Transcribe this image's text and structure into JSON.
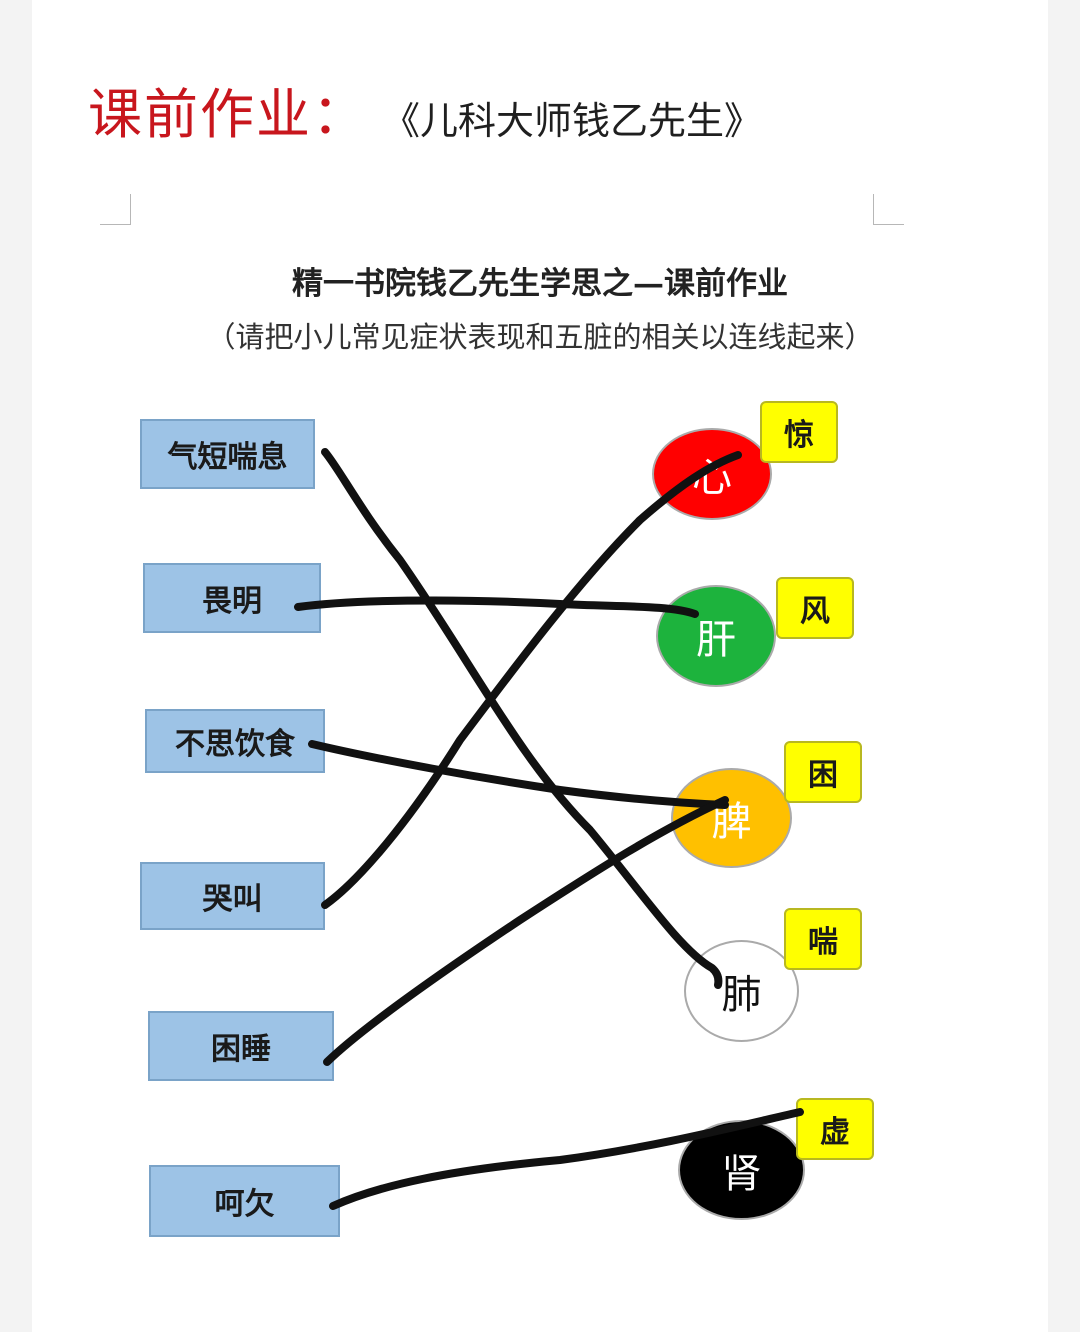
{
  "header": {
    "title": "课前作业：",
    "book": "《儿科大师钱乙先生》"
  },
  "worksheet": {
    "title": "精一书院钱乙先生学思之—课前作业",
    "subtitle": "（请把小儿常见症状表现和五脏的相关以连线起来）",
    "symptoms": [
      "气短喘息",
      "畏明",
      "不思饮食",
      "哭叫",
      "困睡",
      "呵欠"
    ],
    "organs": [
      {
        "name": "心",
        "tag": "惊",
        "color": "#ff0000",
        "text_color": "#ffffff"
      },
      {
        "name": "肝",
        "tag": "风",
        "color": "#1db33d",
        "text_color": "#ffffff"
      },
      {
        "name": "脾",
        "tag": "困",
        "color": "#ffc000",
        "text_color": "#ffffff"
      },
      {
        "name": "肺",
        "tag": "喘",
        "color": "#ffffff",
        "text_color": "#111111"
      },
      {
        "name": "肾",
        "tag": "虚",
        "color": "#000000",
        "text_color": "#ffffff"
      }
    ],
    "stroke_color": "#111111"
  }
}
